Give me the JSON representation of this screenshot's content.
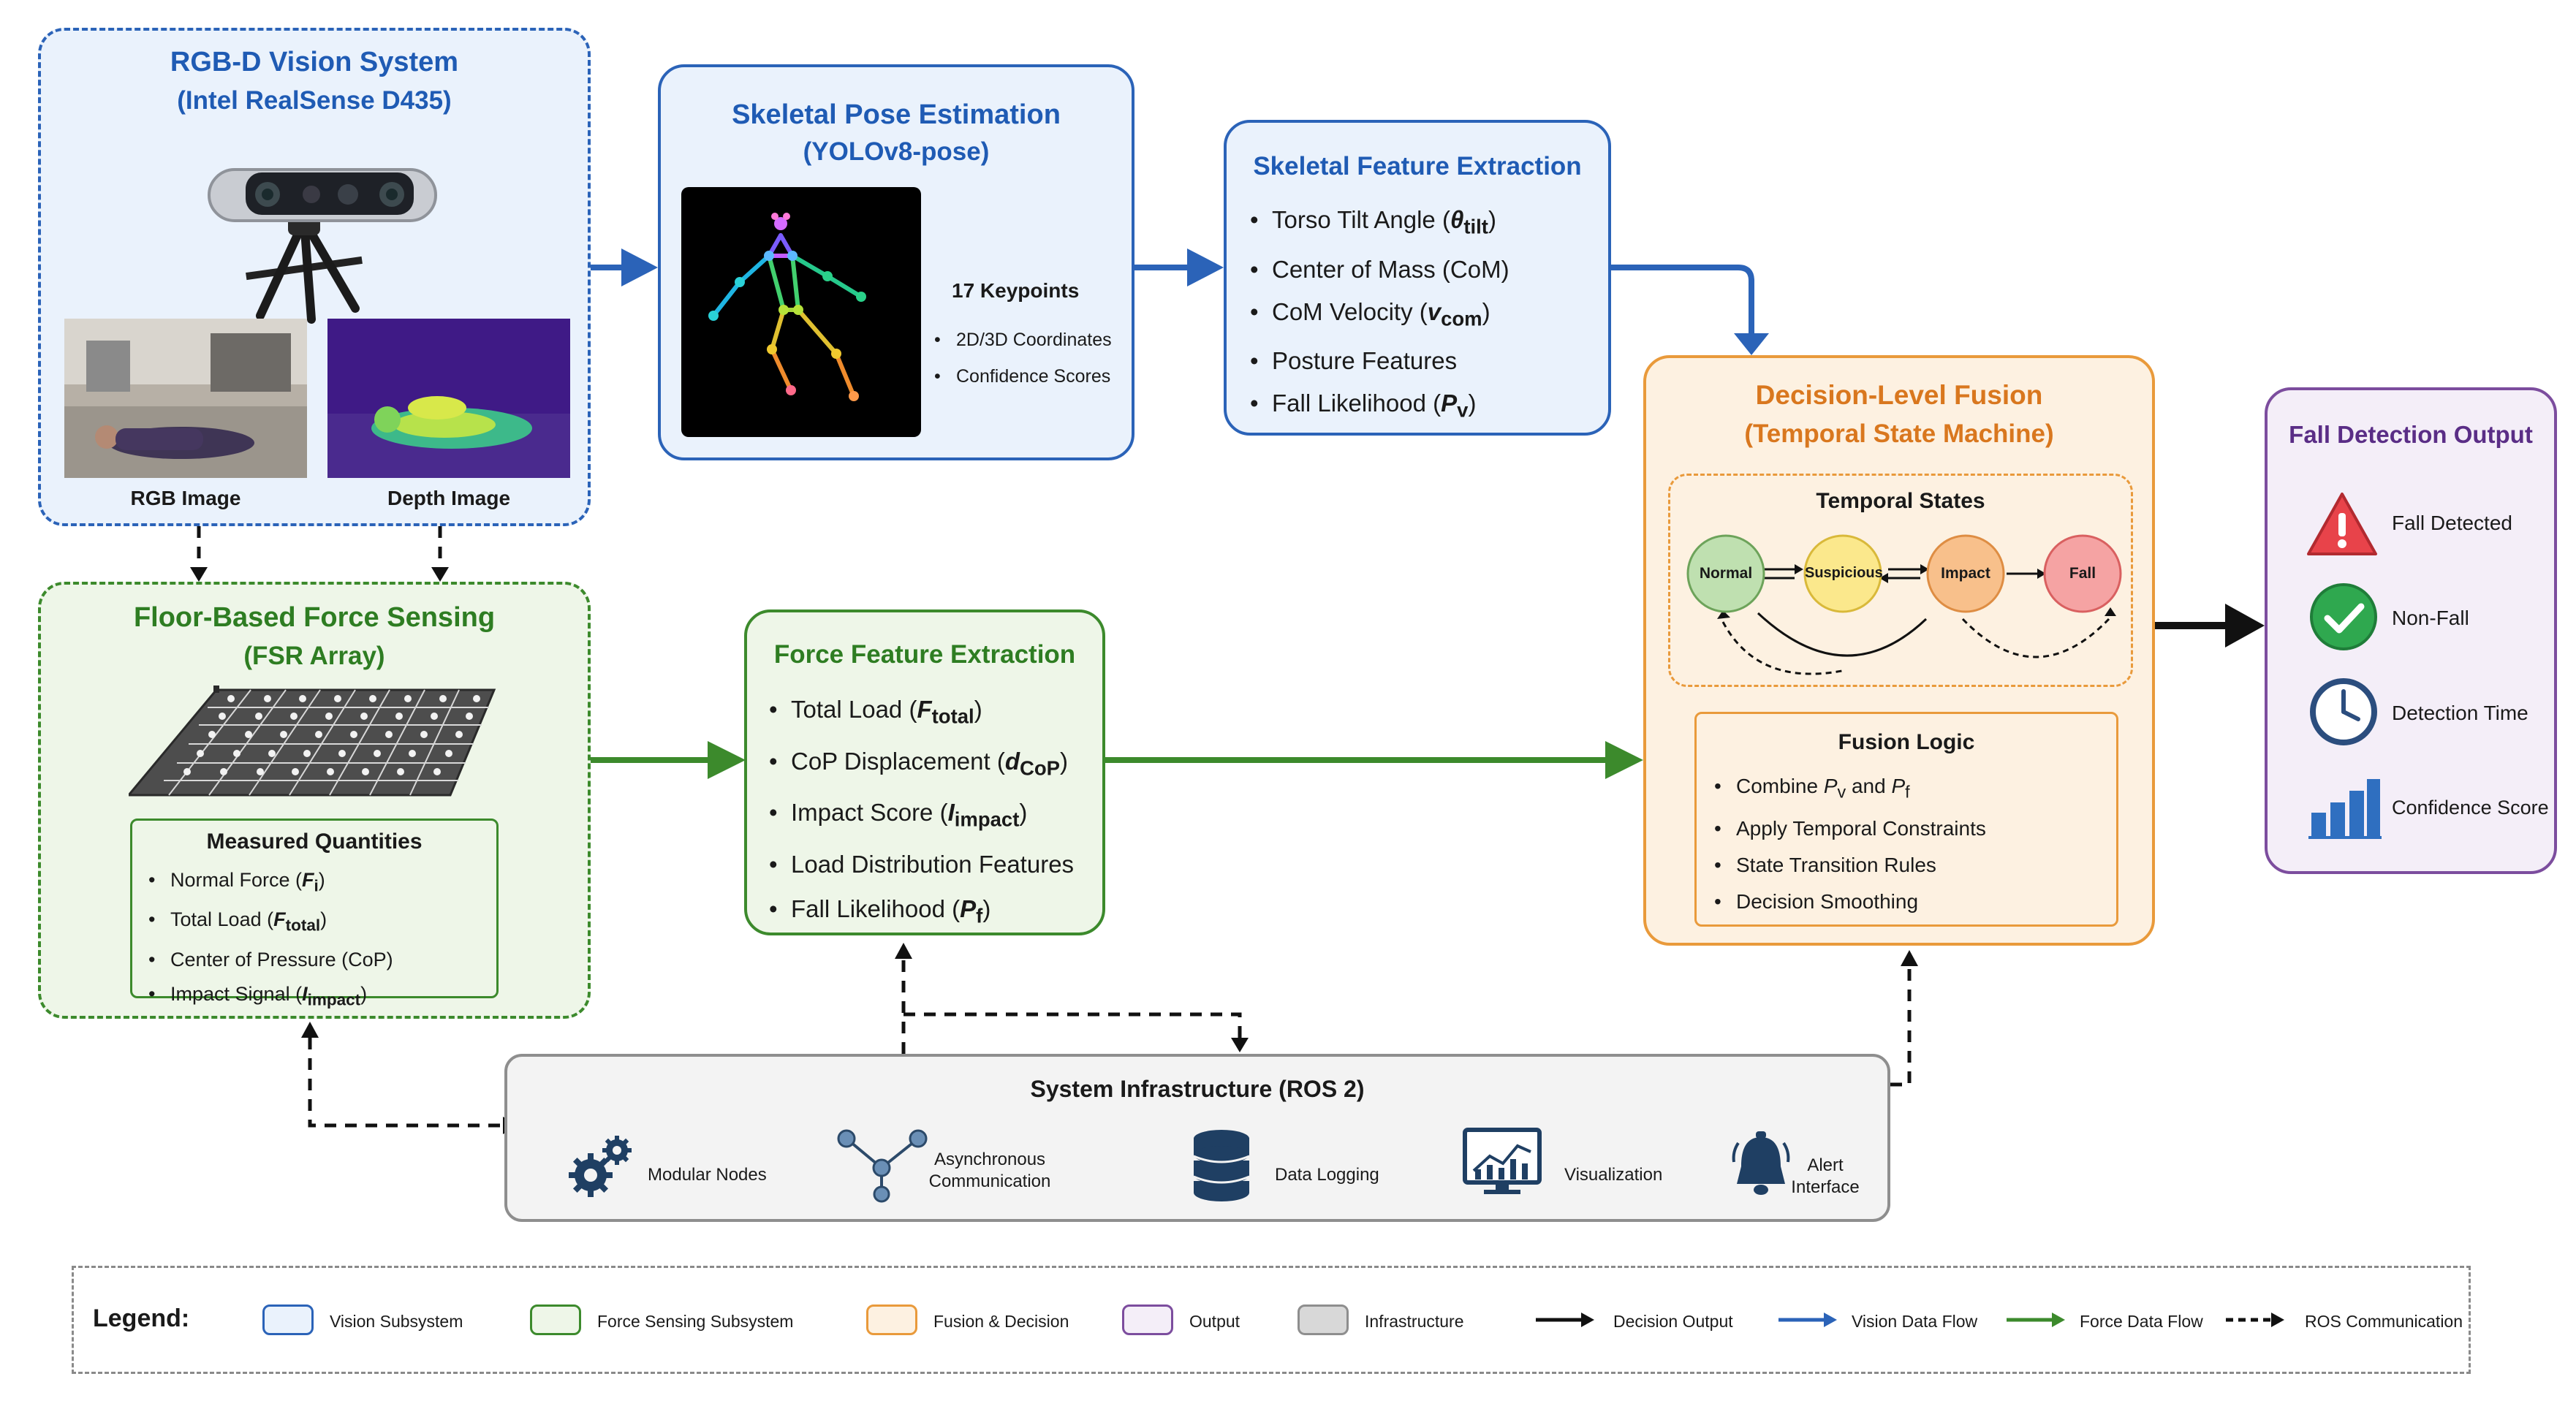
{
  "vision_system": {
    "title": "RGB-D Vision System",
    "subtitle": "(Intel RealSense D435)",
    "rgb_label": "RGB Image",
    "depth_label": "Depth Image"
  },
  "pose": {
    "title": "Skeletal Pose Estimation",
    "subtitle": "(YOLOv8-pose)",
    "keypoints_title": "17 Keypoints",
    "items": [
      "2D/3D Coordinates",
      "Confidence Scores"
    ]
  },
  "skeletal_features": {
    "title": "Skeletal Feature Extraction",
    "items": [
      {
        "text": "Torso Tilt Angle (",
        "sym": "θ",
        "sub": "tilt",
        "end": ")"
      },
      {
        "text": "Center of Mass (CoM)",
        "sym": "",
        "sub": "",
        "end": ""
      },
      {
        "text": "CoM Velocity (",
        "sym": "v",
        "sub": "com",
        "end": ")"
      },
      {
        "text": "Posture Features",
        "sym": "",
        "sub": "",
        "end": ""
      },
      {
        "text": "Fall Likelihood (",
        "sym": "P",
        "sub": "v",
        "end": ")"
      }
    ]
  },
  "fusion": {
    "title": "Decision-Level Fusion",
    "subtitle": "(Temporal State Machine)",
    "states_title": "Temporal States",
    "states": [
      "Normal",
      "Suspicious",
      "Impact",
      "Fall"
    ],
    "logic_title": "Fusion Logic",
    "logic_items": [
      {
        "text": "Combine ",
        "sym1": "P",
        "sub1": "v",
        "mid": " and ",
        "sym2": "P",
        "sub2": "f"
      },
      {
        "text": "Apply Temporal Constraints"
      },
      {
        "text": "State Transition Rules"
      },
      {
        "text": "Decision Smoothing"
      }
    ]
  },
  "output": {
    "title": "Fall Detection Output",
    "items": [
      {
        "icon": "warning-icon",
        "label": "Fall Detected"
      },
      {
        "icon": "check-icon",
        "label": "Non-Fall"
      },
      {
        "icon": "clock-icon",
        "label": "Detection Time"
      },
      {
        "icon": "bar-chart-icon",
        "label": "Confidence Score"
      }
    ]
  },
  "fsr": {
    "title": "Floor-Based Force Sensing",
    "subtitle": "(FSR Array)",
    "measured_title": "Measured Quantities",
    "items": [
      {
        "text": "Normal Force (",
        "sym": "F",
        "sub": "i",
        "end": ")"
      },
      {
        "text": "Total Load (",
        "sym": "F",
        "sub": "total",
        "end": ")"
      },
      {
        "text": "Center of Pressure (CoP)",
        "sym": "",
        "sub": "",
        "end": ""
      },
      {
        "text": "Impact Signal (",
        "sym": "I",
        "sub": "impact",
        "end": ")"
      }
    ]
  },
  "force_features": {
    "title": "Force Feature Extraction",
    "items": [
      {
        "text": "Total Load (",
        "sym": "F",
        "sub": "total",
        "end": ")"
      },
      {
        "text": "CoP Displacement (",
        "sym": "d",
        "sub": "CoP",
        "end": ")"
      },
      {
        "text": "Impact Score (",
        "sym": "I",
        "sub": "impact",
        "end": ")"
      },
      {
        "text": "Load Distribution Features",
        "sym": "",
        "sub": "",
        "end": ""
      },
      {
        "text": "Fall Likelihood (",
        "sym": "P",
        "sub": "f",
        "end": ")"
      }
    ]
  },
  "infra": {
    "title": "System Infrastructure (ROS 2)",
    "items": [
      {
        "icon": "gears-icon",
        "label": "Modular Nodes"
      },
      {
        "icon": "network-icon",
        "label": "Asynchronous Communication"
      },
      {
        "icon": "database-icon",
        "label": "Data Logging"
      },
      {
        "icon": "monitor-chart-icon",
        "label": "Visualization"
      },
      {
        "icon": "alarm-bell-icon",
        "label": "Alert Interface"
      }
    ]
  },
  "legend": {
    "title": "Legend:",
    "items": [
      {
        "label": "Vision Subsystem",
        "fill": "#eaf2fc",
        "stroke": "#2b63b8"
      },
      {
        "label": "Force Sensing Subsystem",
        "fill": "#eef6e8",
        "stroke": "#3c8a2c"
      },
      {
        "label": "Fusion & Decision",
        "fill": "#fdf1e1",
        "stroke": "#e99a3b"
      },
      {
        "label": "Output",
        "fill": "#f4eef8",
        "stroke": "#7c4d9e"
      },
      {
        "label": "Infrastructure",
        "fill": "#d8d8d8",
        "stroke": "#8e8e8e"
      }
    ],
    "flows": [
      {
        "label": "Decision Output",
        "color": "#111111",
        "dashed": false
      },
      {
        "label": "Vision Data Flow",
        "color": "#2b63b8",
        "dashed": false
      },
      {
        "label": "Force Data Flow",
        "color": "#3c8a2c",
        "dashed": false
      },
      {
        "label": "ROS Communication",
        "color": "#111111",
        "dashed": true
      }
    ]
  },
  "colors": {
    "vision": "#2b63b8",
    "force": "#3c8a2c",
    "fusion": "#e99a3b",
    "output": "#7c4d9e",
    "infra": "#8e8e8e"
  }
}
